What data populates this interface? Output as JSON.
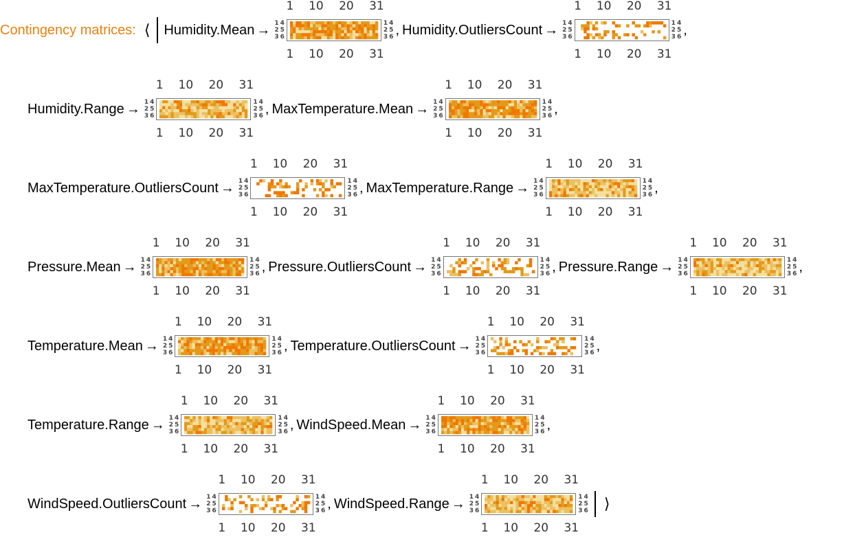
{
  "title": "Contingency matrices:",
  "open": "⟨",
  "close": "⟩",
  "arrow": "→",
  "comma": ",",
  "axis_ticks": [
    "1",
    "10",
    "20",
    "31"
  ],
  "row_ticks": [
    "1",
    "2",
    "3",
    "4",
    "5",
    "6"
  ],
  "colors": {
    "dark": "#f07800",
    "mid": "#e39a1a",
    "light": "#ecc060",
    "pale": "#f4dfa0"
  },
  "lines": [
    [
      {
        "label": "Humidity.Mean",
        "kind": "mean"
      },
      {
        "label": "Humidity.OutliersCount",
        "kind": "outliers"
      }
    ],
    [
      {
        "label": "Humidity.Range",
        "kind": "range"
      },
      {
        "label": "MaxTemperature.Mean",
        "kind": "mean"
      }
    ],
    [
      {
        "label": "MaxTemperature.OutliersCount",
        "kind": "outliers"
      },
      {
        "label": "MaxTemperature.Range",
        "kind": "range"
      }
    ],
    [
      {
        "label": "Pressure.Mean",
        "kind": "mean"
      },
      {
        "label": "Pressure.OutliersCount",
        "kind": "outliers"
      },
      {
        "label": "Pressure.Range",
        "kind": "range"
      }
    ],
    [
      {
        "label": "Temperature.Mean",
        "kind": "mean"
      },
      {
        "label": "Temperature.OutliersCount",
        "kind": "outliers"
      }
    ],
    [
      {
        "label": "Temperature.Range",
        "kind": "range"
      },
      {
        "label": "WindSpeed.Mean",
        "kind": "mean"
      }
    ],
    [
      {
        "label": "WindSpeed.OutliersCount",
        "kind": "outliers"
      },
      {
        "label": "WindSpeed.Range",
        "kind": "range"
      }
    ]
  ]
}
